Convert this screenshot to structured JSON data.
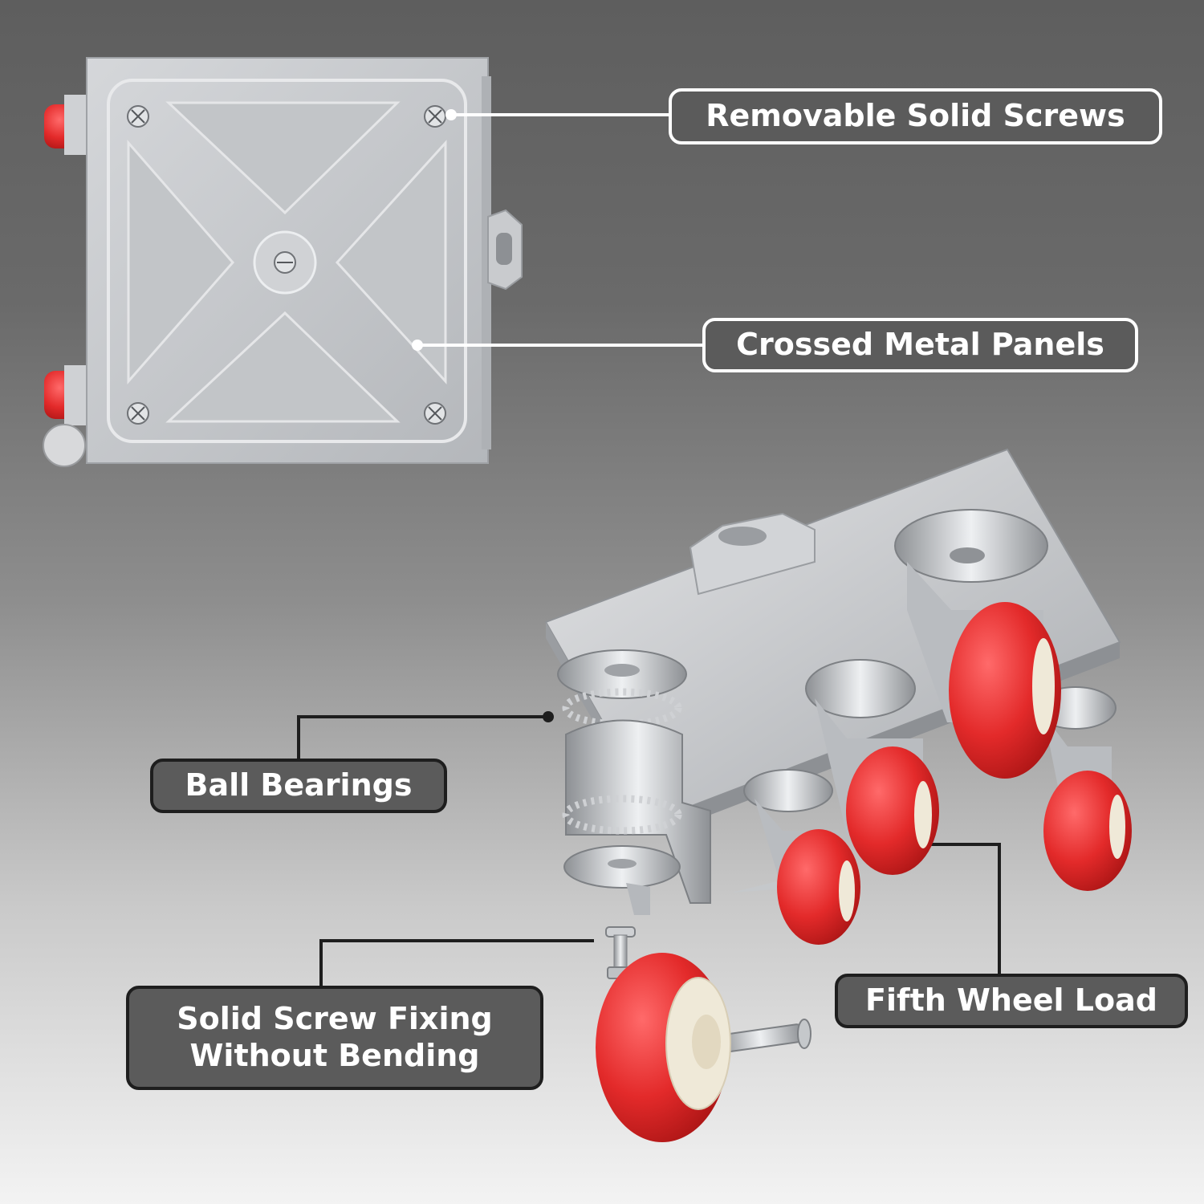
{
  "callouts": {
    "removable_solid_screws": "Removable Solid Screws",
    "crossed_metal_panels": "Crossed Metal Panels",
    "ball_bearings": "Ball Bearings",
    "solid_screw_fixing_line1": "Solid Screw Fixing",
    "solid_screw_fixing_line2": "Without Bending",
    "fifth_wheel_load": "Fifth Wheel Load"
  },
  "colors": {
    "wheel_red": "#e32a2a",
    "metal_silver": "#c4c6c9",
    "label_fill": "#5b5b5b",
    "label_border_light": "#ffffff",
    "label_border_dark": "#1e1e1e"
  }
}
